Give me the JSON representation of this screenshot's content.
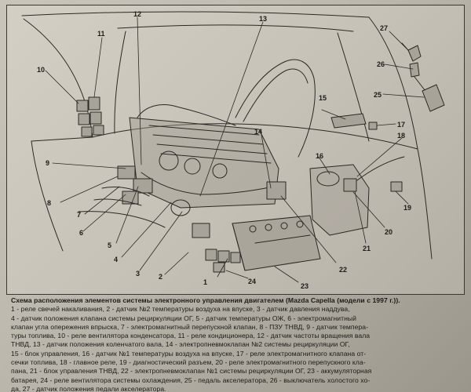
{
  "figure": {
    "callouts": [
      "1",
      "2",
      "3",
      "4",
      "5",
      "6",
      "7",
      "8",
      "9",
      "10",
      "11",
      "12",
      "13",
      "14",
      "15",
      "16",
      "17",
      "18",
      "19",
      "20",
      "21",
      "22",
      "23",
      "24",
      "25",
      "26",
      "27"
    ]
  },
  "caption": {
    "title": "Схема расположения элементов системы электронного управления двигателем (Mazda Capella (модели с 1997 г.)).",
    "lines": [
      "1 - реле свечей накаливания, 2 - датчик №2 температуры воздуха на впуске, 3 - датчик давления наддува,",
      "4 - датчик положения клапана системы рециркуляции ОГ, 5 - датчик температуры ОЖ, 6 - электромагнитный",
      "клапан угла опережения впрыска, 7 - электромагнитный перепускной клапан, 8 - ПЗУ ТНВД, 9 - датчик темпера-",
      "туры топлива, 10 - реле вентилятора конденсатора, 11 - реле кондиционера, 12 - датчик частоты вращения вала",
      "ТНВД, 13 - датчик положения коленчатого вала, 14 - электропневмоклапан №2 системы рециркуляции ОГ,",
      "15 - блок управления, 16 - датчик №1 температуры воздуха на впуске, 17 - реле электромагнитного клапана от-",
      "сечки топлива, 18 - главное реле, 19 - диагностический разъем, 20 - реле электромагнитного перепускного кла-",
      "пана, 21 - блок управления ТНВД, 22 - электропневмоклапан №1 системы рециркуляции ОГ, 23 - аккумуляторная",
      "батарея, 24 - реле вентилятора системы охлаждения, 25 - педаль акселератора, 26 - выключатель холостого хо-",
      "да, 27 - датчик положения педали акселератора."
    ]
  }
}
